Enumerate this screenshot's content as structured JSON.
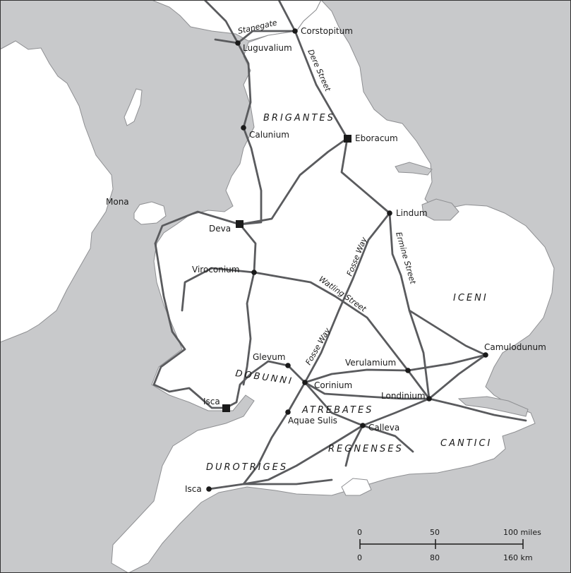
{
  "colors": {
    "sea": "#c8c9cb",
    "land": "#ffffff",
    "coast": "#8e8f92",
    "road": "#5a5b5e",
    "frame": "#333333"
  },
  "towns": {
    "corstopitum": "Corstopitum",
    "luguvalium": "Luguvalium",
    "calunium": "Calunium",
    "eboracum": "Eboracum",
    "mona": "Mona",
    "deva": "Deva",
    "lindum": "Lindum",
    "viroconium": "Viroconium",
    "camulodunum": "Camulodunum",
    "glevum": "Glevum",
    "verulamium": "Verulamium",
    "corinium": "Corinium",
    "londinium": "Londinium",
    "isca_north": "Isca",
    "aquae_sulis": "Aquae Sulis",
    "calleva": "Calleva",
    "isca_south": "Isca"
  },
  "tribes": {
    "brigantes": "BRIGANTES",
    "iceni": "ICENI",
    "dobunni": "DOBUNNI",
    "atrebates": "ATREBATES",
    "regnenses": "REGNENSES",
    "cantici": "CANTICI",
    "durotriges": "DUROTRIGES"
  },
  "roads": {
    "stanegate": "Stanegate",
    "dere_street": "Dere Street",
    "ermine_street": "Ermine Street",
    "fosse_way_north": "Fosse Way",
    "watling_street": "Watling Street",
    "fosse_way_south": "Fosse Way"
  },
  "scale": {
    "miles_ticks": [
      "0",
      "50",
      "100 miles"
    ],
    "km_ticks": [
      "0",
      "80",
      "160 km"
    ]
  }
}
